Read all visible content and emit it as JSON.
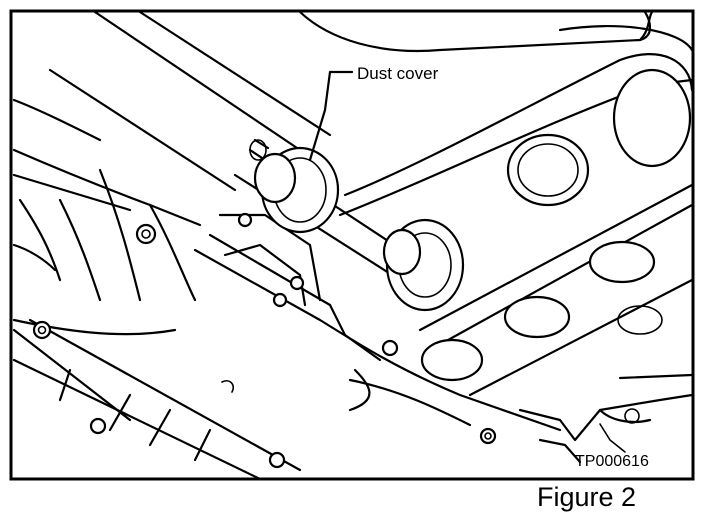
{
  "figure": {
    "caption": "Figure 2",
    "image_code": "TP000616",
    "callouts": [
      {
        "label": "Dust cover"
      }
    ]
  }
}
